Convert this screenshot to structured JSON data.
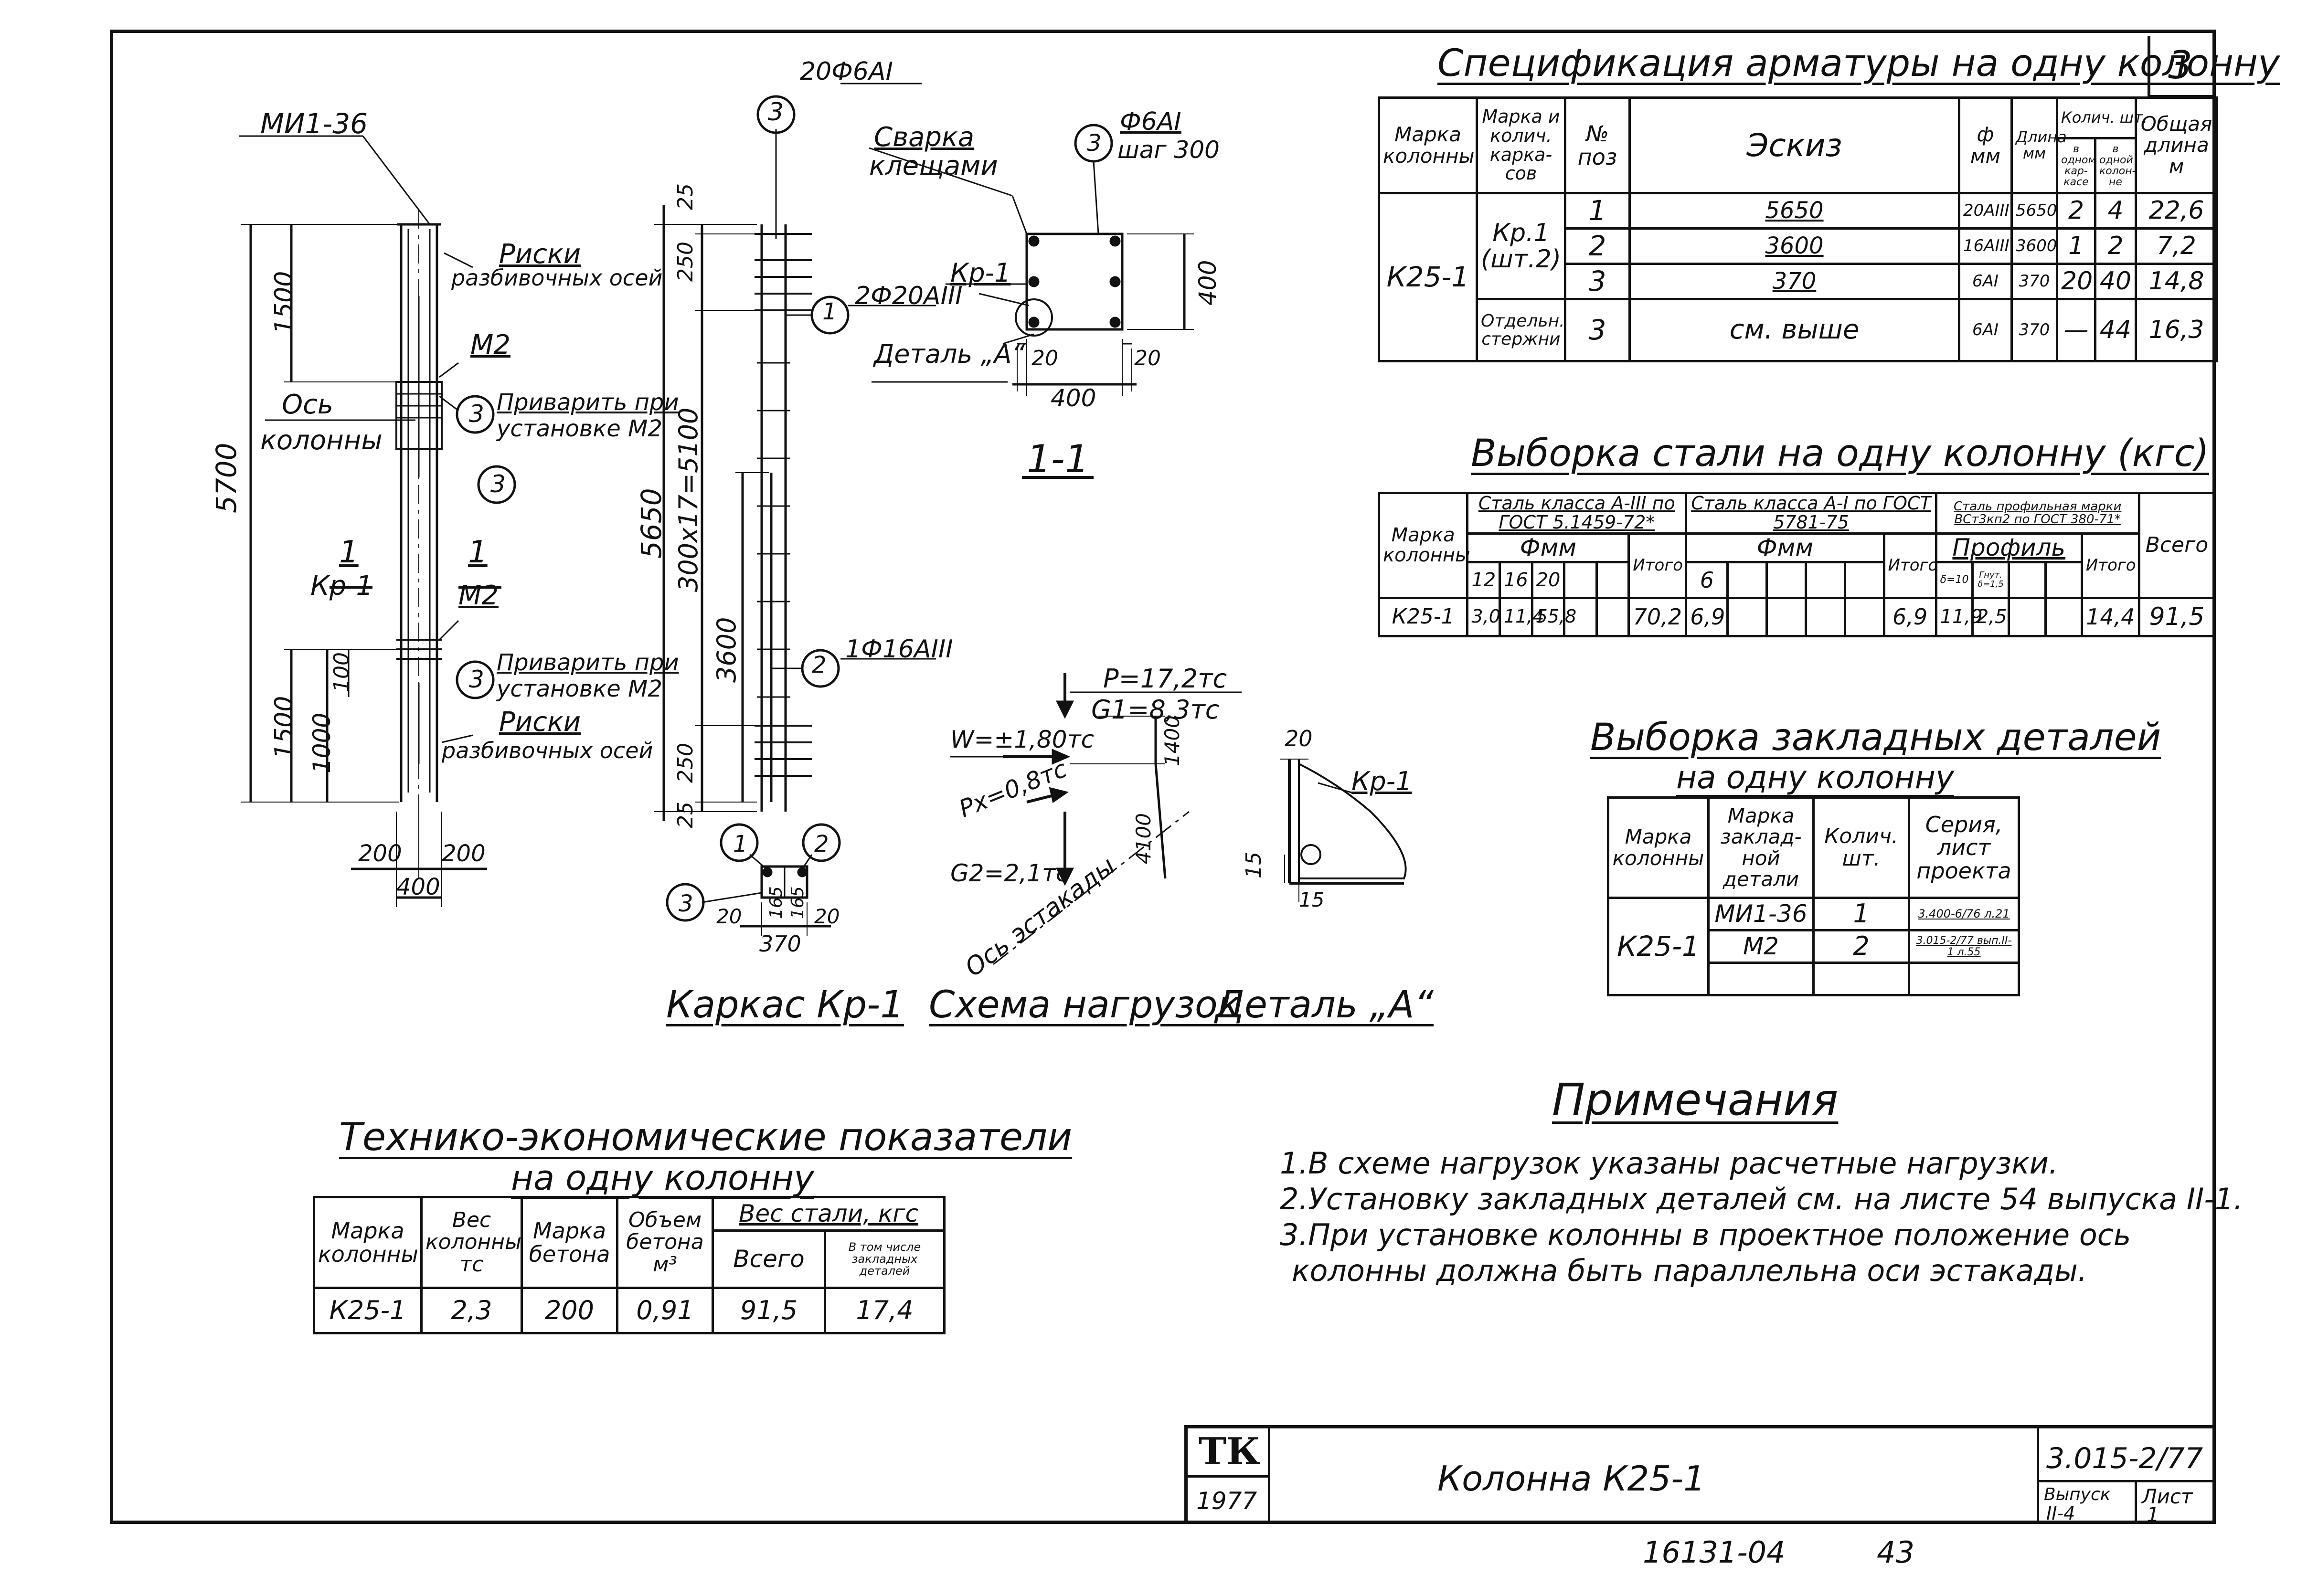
{
  "drawing": {
    "titles": {
      "frame": "Каркас Кр-1",
      "loads": "Схема нагрузок",
      "detail": "Деталь „А“",
      "section": "1-1"
    },
    "column": {
      "mark_top": "МИ1-36",
      "marks_top": "Риски",
      "marks_top2": "разбивочных осей",
      "m2_top": "М2",
      "axis1": "Ось",
      "axis2": "колонны",
      "weld_note1": "Приварить при",
      "weld_note2": "установке М2",
      "sec_num": "1",
      "sec_label": "Кр-1",
      "sec_num_right": "1",
      "m2_bottom": "М2",
      "weld_note3": "Приварить при",
      "weld_note4": "установке М2",
      "marks_bottom": "Риски",
      "marks_bottom2": "разбивочных осей",
      "dim_total": "5700",
      "dim_1500_top": "1500",
      "dim_1500_bot": "1500",
      "dim_100": "100",
      "dim_1000": "1000",
      "dim_200_l": "200",
      "dim_200_r": "200",
      "dim_400": "400",
      "pos3": "3"
    },
    "frame": {
      "top_bar": "20Ф6АI",
      "pos2_label": "2Ф20АIII",
      "pos1_label": "1Ф16АIII",
      "dim_25_top": "25",
      "dim_250_top": "250",
      "dim_5650": "5650",
      "dim_pitch": "300х17=5100",
      "dim_3600": "3600",
      "dim_250_bot": "250",
      "dim_25_bot": "25",
      "sec_20_l": "20",
      "sec_165_a": "165",
      "sec_165_b": "165",
      "sec_20_r": "20",
      "sec_370": "370",
      "n1": "1",
      "n2": "2",
      "n3": "3"
    },
    "section": {
      "weld1": "Сварка",
      "weld2": "клещами",
      "tie1": "Ф6АI",
      "tie2": "шаг 300",
      "kr": "Кр-1",
      "bar": "2Ф20АIII",
      "detail": "Деталь „А“",
      "dim_400_v": "400",
      "dim_400_h": "400",
      "dim_20_l": "20",
      "dim_20_r": "20",
      "n1": "1",
      "n3": "3"
    },
    "loads": {
      "P": "P=17,2тс",
      "G1": "G1=8,3тс",
      "W": "W=±1,80тс",
      "Px": "Px=0,8тс",
      "G2": "G2=2,1тс",
      "axis": "Ось эстакады",
      "d1400": "1400",
      "d4100": "4100"
    },
    "detail": {
      "d20": "20",
      "kr": "Кр-1",
      "d15a": "15",
      "d15b": "15"
    }
  },
  "spec": {
    "title": "Спецификация арматуры на одну колонну",
    "sheet_no": "3",
    "headers": [
      "Марка колонны",
      "Марка и колич. карка-сов",
      "№ поз",
      "Эскиз",
      "ф мм",
      "Длина мм",
      "Колич. шт.",
      "Общая длина м"
    ],
    "subheaders": [
      "в одном кар-касе",
      "в одной колон-не"
    ],
    "column_mark": "К25-1",
    "frame_mark": "Кр.1 (шт.2)",
    "rows": [
      {
        "pos": "1",
        "sketch": "5650",
        "dia": "20АIII",
        "len": "5650",
        "q1": "2",
        "q2": "4",
        "total": "22,6"
      },
      {
        "pos": "2",
        "sketch": "3600",
        "dia": "16АIII",
        "len": "3600",
        "q1": "1",
        "q2": "2",
        "total": "7,2"
      },
      {
        "pos": "3",
        "sketch": "370",
        "dia": "6АI",
        "len": "370",
        "q1": "20",
        "q2": "40",
        "total": "14,8"
      }
    ],
    "extra": {
      "label": "Отдельн. стержни",
      "pos": "3",
      "sketch": "см. выше",
      "dia": "6АI",
      "len": "370",
      "q1": "—",
      "q2": "44",
      "total": "16,3"
    }
  },
  "steel": {
    "title": "Выборка стали на одну колонну (кгс)",
    "h_mark": "Марка колонны",
    "h_a3": "Сталь класса А-III по ГОСТ 5.1459-72*",
    "h_a1": "Сталь класса А-I по ГОСТ 5781-75",
    "h_prof": "Сталь профильная марки ВСт3кп2 по ГОСТ 380-71*",
    "h_fmm": "Фмм",
    "h_fmm2": "Фмм",
    "h_profile": "Профиль",
    "h_total": "Итого",
    "h_total2": "Итого",
    "h_total3": "Итого",
    "h_all": "Всего",
    "d": [
      "12",
      "16",
      "20",
      "6"
    ],
    "p": [
      "δ=10",
      "Гнут. δ=1,5"
    ],
    "row": {
      "mark": "К25-1",
      "v12": "3,0",
      "v16": "11,4",
      "v20": "55,8",
      "t1": "70,2",
      "v6": "6,9",
      "t2": "6,9",
      "p1": "11,9",
      "p2": "2,5",
      "t3": "14,4",
      "all": "91,5"
    }
  },
  "emb": {
    "title1": "Выборка закладных деталей",
    "title2": "на одну колонну",
    "headers": [
      "Марка колонны",
      "Марка заклад-ной детали",
      "Колич. шт.",
      "Серия, лист проекта"
    ],
    "mark": "К25-1",
    "rows": [
      {
        "part": "МИ1-36",
        "qty": "1",
        "ref": "3.400-6/76 л.21"
      },
      {
        "part": "М2",
        "qty": "2",
        "ref": "3.015-2/77 вып.II-1 л.55"
      }
    ]
  },
  "notes": {
    "title": "Примечания",
    "items": [
      "1.В схеме нагрузок указаны расчетные нагрузки.",
      "2.Установку закладных деталей см. на листе 54 выпуска II-1.",
      "3.При установке колонны в проектное положение ось",
      "колонны должна быть параллельна оси эстакады."
    ]
  },
  "tep": {
    "title1": "Технико-экономические показатели",
    "title2": "на одну колонну",
    "headers": [
      "Марка колонны",
      "Вес колонны тс",
      "Марка бетона",
      "Объем бетона м³",
      "Вес стали, кгс"
    ],
    "sub": [
      "Всего",
      "В том числе закладных деталей"
    ],
    "row": [
      "К25-1",
      "2,3",
      "200",
      "0,91",
      "91,5",
      "17,4"
    ]
  },
  "stamp": {
    "logo": "ТК",
    "year": "1977",
    "name": "Колонна К25-1",
    "code": "3.015-2/77",
    "issue_label": "Выпуск",
    "issue": "II-4",
    "sheet_label": "Лист",
    "sheet": "1"
  },
  "footer": {
    "inv": "16131-04",
    "page": "43"
  }
}
